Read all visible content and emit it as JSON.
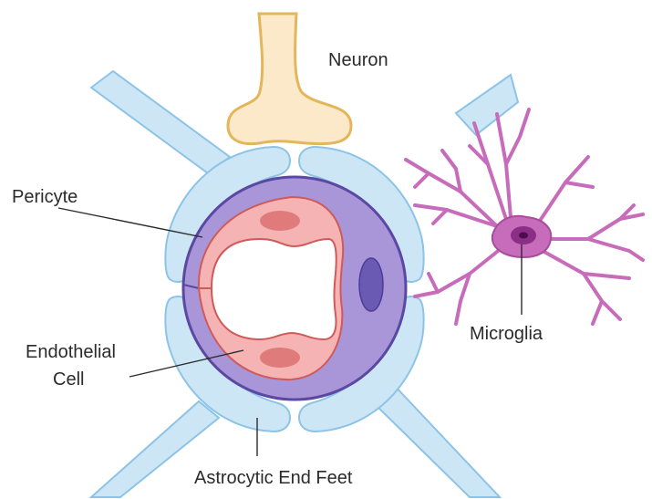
{
  "labels": {
    "neuron": "Neuron",
    "pericyte": "Pericyte",
    "endothelial_line1": "Endothelial",
    "endothelial_line2": "Cell",
    "microglia": "Microglia",
    "astrocytic": "Astrocytic End Feet"
  },
  "colors": {
    "astrocyte_fill": "#cde6f6",
    "astrocyte_stroke": "#8cc3e6",
    "neuron_fill": "#fbe9c9",
    "neuron_stroke": "#e3b65a",
    "pericyte_fill": "#a996d9",
    "pericyte_stroke": "#5a48a3",
    "pericyte_nucleus": "#6a5ab3",
    "endothelial_fill": "#f6b3b3",
    "endothelial_stroke": "#cf5a5a",
    "endothelial_nucleus": "#e07b7b",
    "microglia_fill": "#c66cba",
    "microglia_stroke": "#a64c9b",
    "microglia_nucleus": "#7b2378",
    "text": "#2b2b2b"
  }
}
